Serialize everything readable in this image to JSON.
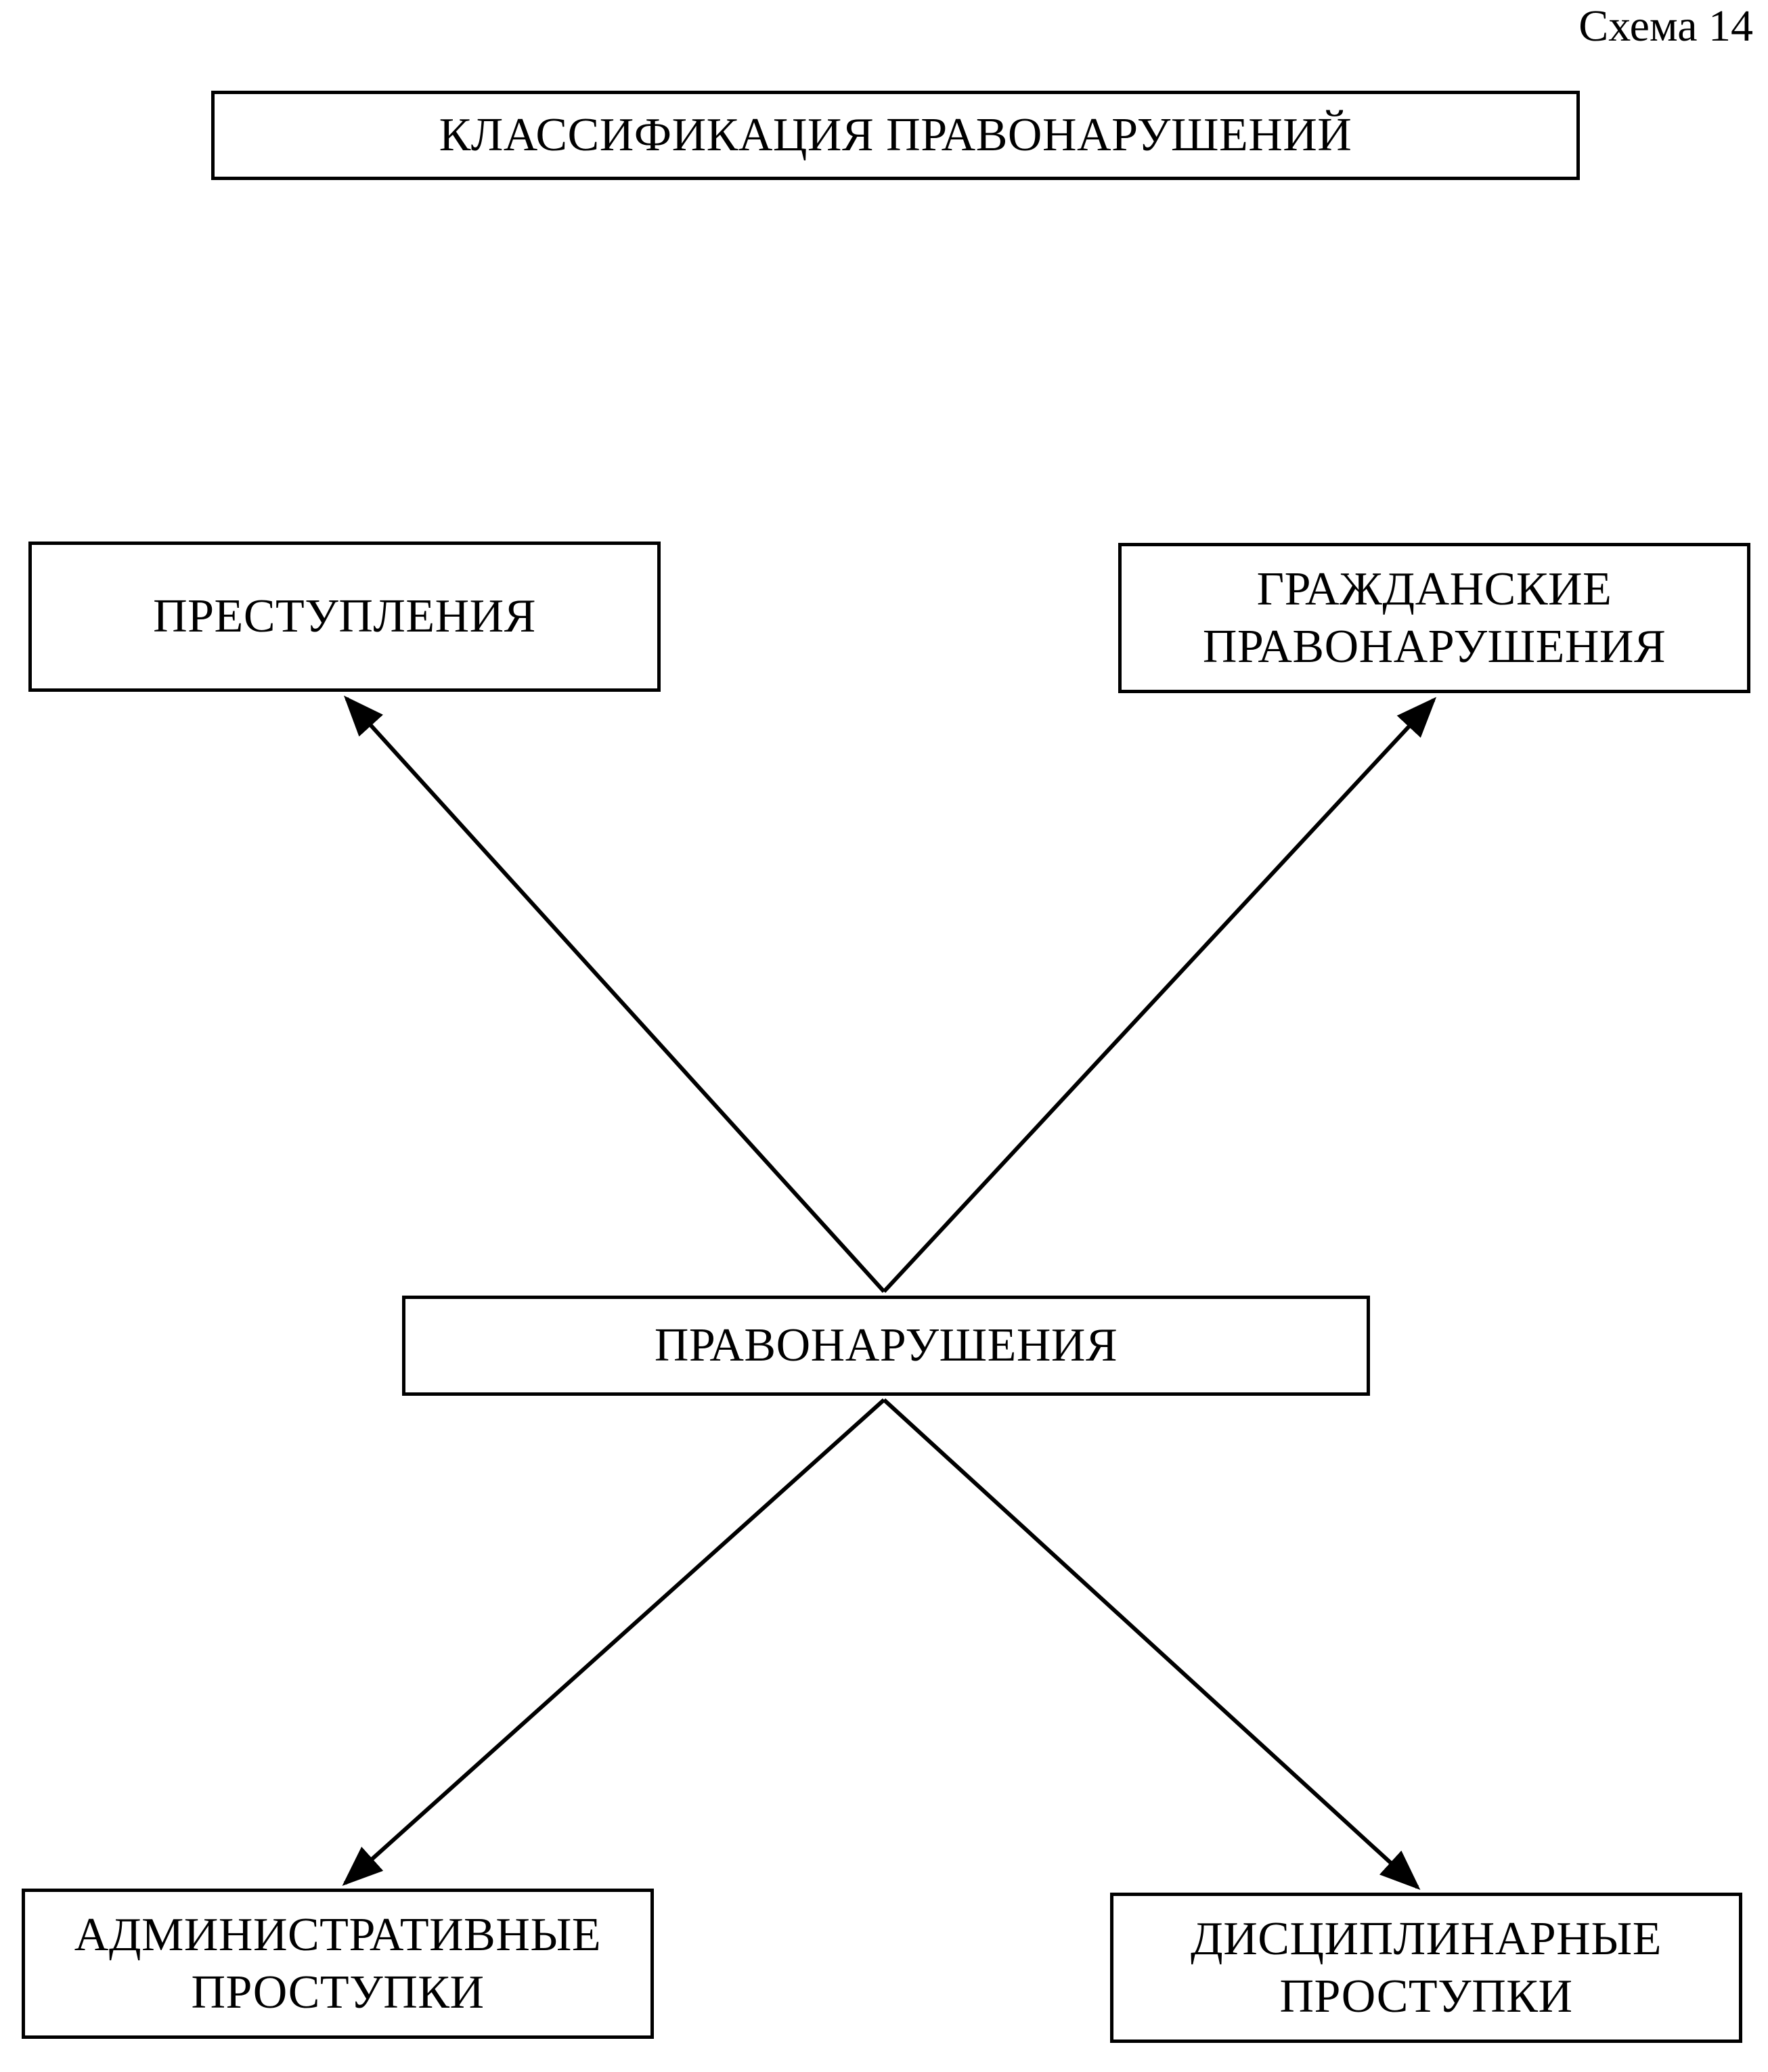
{
  "scheme_number": "Схема 14",
  "title": "КЛАССИФИКАЦИЯ ПРАВОНАРУШЕНИЙ",
  "center": {
    "label": "ПРАВОНАРУШЕНИЯ"
  },
  "categories": [
    {
      "lines": [
        "ПРЕСТУПЛЕНИЯ"
      ]
    },
    {
      "lines": [
        "ГРАЖДАНСКИЕ",
        "ПРАВОНАРУШЕНИЯ"
      ]
    },
    {
      "lines": [
        "АДМИНИСТРАТИВНЫЕ",
        "ПРОСТУПКИ"
      ]
    },
    {
      "lines": [
        "ДИСЦИПЛИНАРНЫЕ",
        "ПРОСТУПКИ"
      ]
    }
  ],
  "colors": {
    "line": "#000000",
    "background": "#ffffff"
  }
}
